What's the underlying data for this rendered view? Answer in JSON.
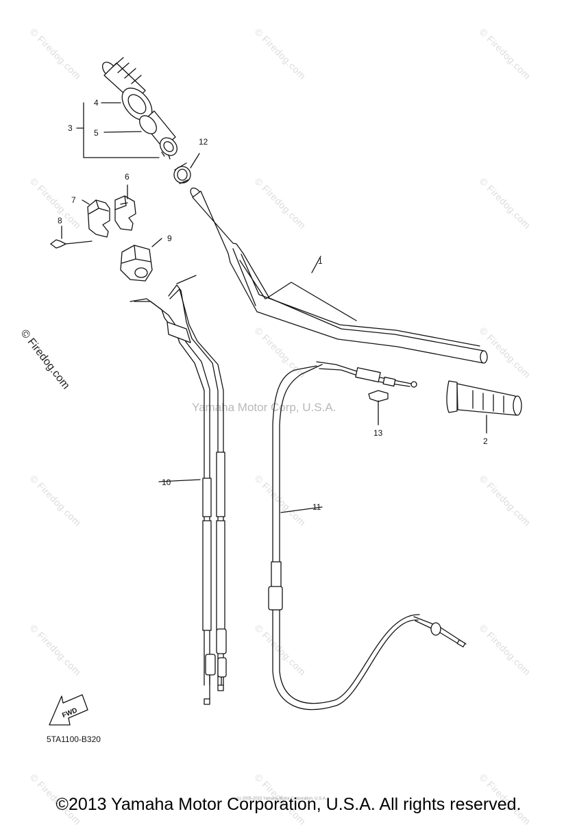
{
  "watermark": {
    "text": "© Firedog.com",
    "large_text": "© Firedog.com"
  },
  "center_watermark": "Yamaha Motor Corp, U.S.A.",
  "diagram_code": "5TA1100-B320",
  "direction_badge": "FWD",
  "fine_print": "(c) 2005-2015 Yamaha Motor Corporation, U.S.A.",
  "footer": "©2013 Yamaha Motor Corporation, U.S.A. All rights reserved.",
  "callouts": {
    "c1": "1",
    "c2": "2",
    "c3": "3",
    "c4": "4",
    "c5": "5",
    "c6": "6",
    "c7": "7",
    "c8": "8",
    "c9": "9",
    "c10": "10",
    "c11": "11",
    "c12": "12",
    "c13": "13"
  },
  "colors": {
    "line": "#111111",
    "watermark": "#dcdcdc",
    "background": "#ffffff"
  }
}
